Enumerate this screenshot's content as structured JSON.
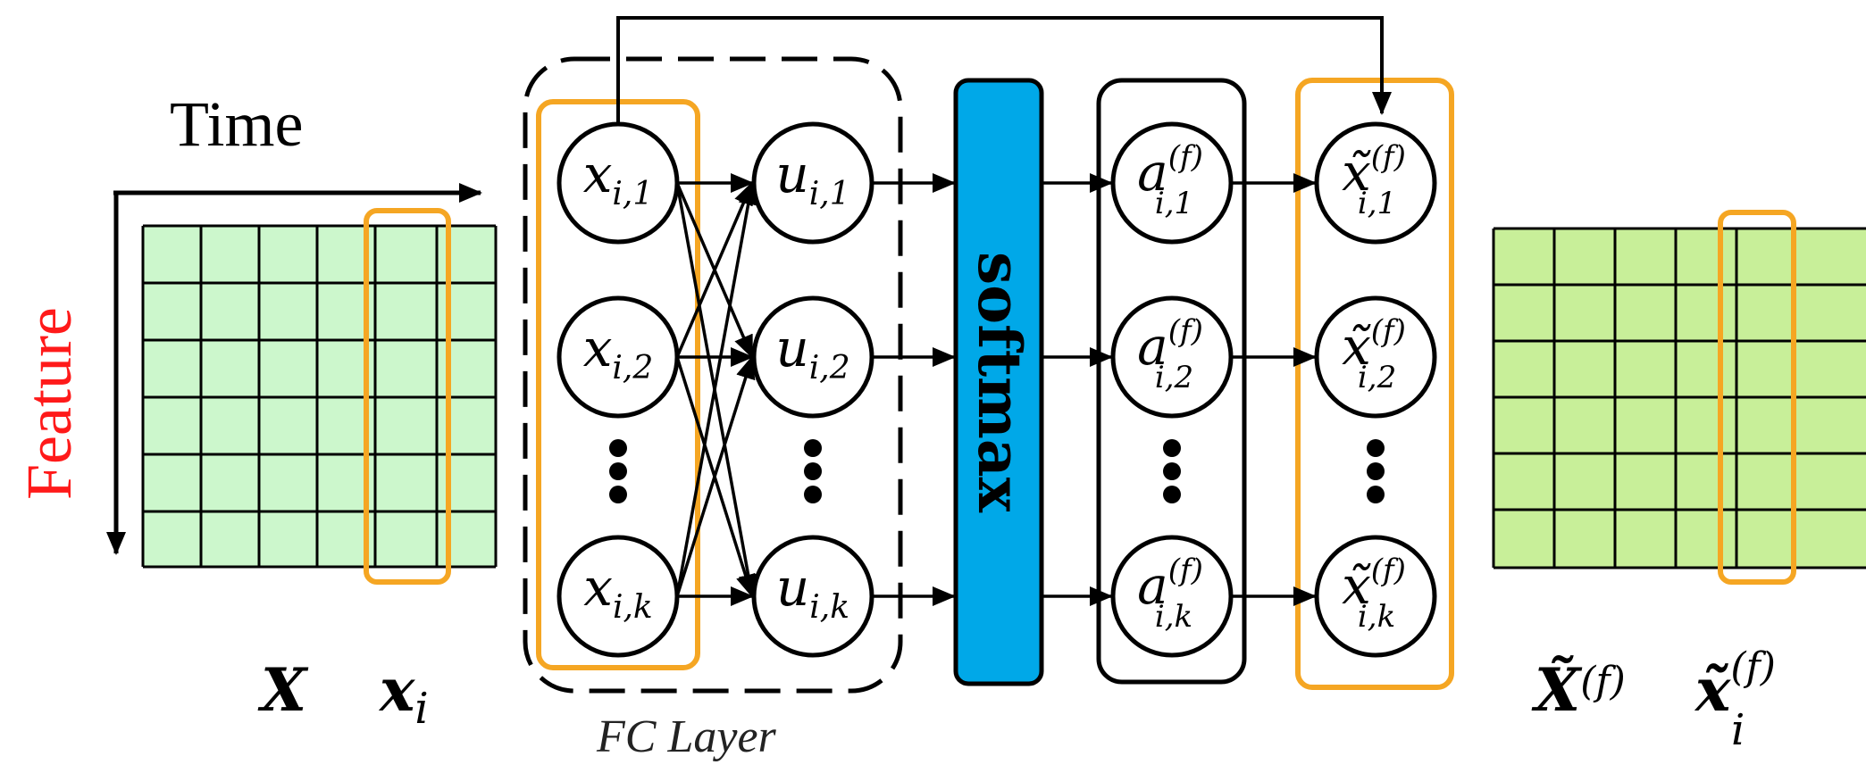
{
  "labels": {
    "time": "Time",
    "feature": "Feature",
    "softmax": "softmax",
    "fc_layer": "FC Layer",
    "matrix_in": "X",
    "column_in": "x",
    "column_in_sub": "i",
    "matrix_out": "X̃",
    "matrix_out_sup": "(f)",
    "column_out": "x̃",
    "column_out_sup": "(f)",
    "column_out_sub": "i"
  },
  "input_nodes": [
    {
      "base": "x",
      "sub": "i,1"
    },
    {
      "base": "x",
      "sub": "i,2"
    },
    {
      "base": "x",
      "sub": "i,k"
    }
  ],
  "hidden_nodes": [
    {
      "base": "u",
      "sub": "i,1"
    },
    {
      "base": "u",
      "sub": "i,2"
    },
    {
      "base": "u",
      "sub": "i,k"
    }
  ],
  "attention_nodes": [
    {
      "base": "a",
      "sup": "(f)",
      "sub": "i,1"
    },
    {
      "base": "a",
      "sup": "(f)",
      "sub": "i,2"
    },
    {
      "base": "a",
      "sup": "(f)",
      "sub": "i,k"
    }
  ],
  "output_nodes": [
    {
      "base": "x̃",
      "sup": "(f)",
      "sub": "i,1"
    },
    {
      "base": "x̃",
      "sup": "(f)",
      "sub": "i,2"
    },
    {
      "base": "x̃",
      "sup": "(f)",
      "sub": "i,k"
    }
  ],
  "colors": {
    "grid_in": "#ccf7cc",
    "grid_out": "#c8ef99",
    "highlight": "#f5a623",
    "softmax": "#00a8e8",
    "feature_text": "#ff1a1a",
    "stroke": "#000000"
  }
}
